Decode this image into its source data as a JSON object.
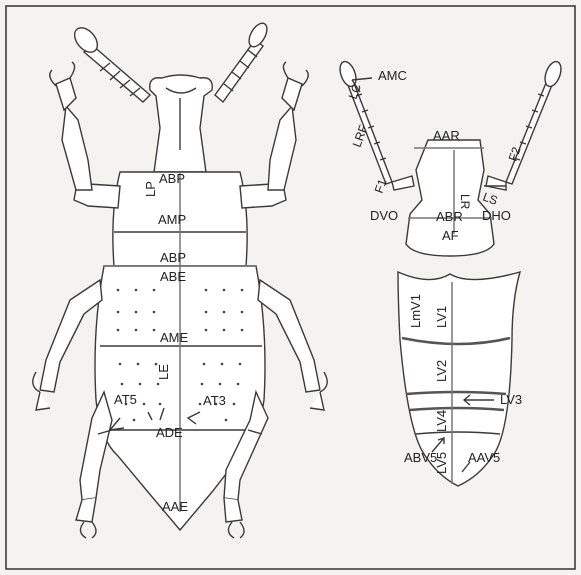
{
  "colors": {
    "background": "#f4f3ef",
    "outline": "#3a3a3a",
    "measure_line": "#777777",
    "text": "#222222"
  },
  "labels": {
    "lp": "LP",
    "abp_top": "ABP",
    "amp": "AMP",
    "abp_mid": "ABP",
    "abe": "ABE",
    "ame": "AME",
    "le": "LE",
    "at5": "AT5",
    "at3": "AT3",
    "ade": "ADE",
    "aae": "AAE",
    "amc": "AMC",
    "lc": "LC",
    "lrf": "LRF",
    "f1": "F1",
    "aar": "AAR",
    "lr": "LR",
    "ls": "LS",
    "f2": "F2",
    "dvo": "DVO",
    "abr": "ABR",
    "dho": "DHO",
    "af": "AF",
    "lmv1": "LmV1",
    "lv1": "LV1",
    "lv2": "LV2",
    "lv3": "LV3",
    "lv4": "LV4",
    "abv5": "ABV5",
    "lv5": "LV5",
    "aav5": "AAV5"
  }
}
